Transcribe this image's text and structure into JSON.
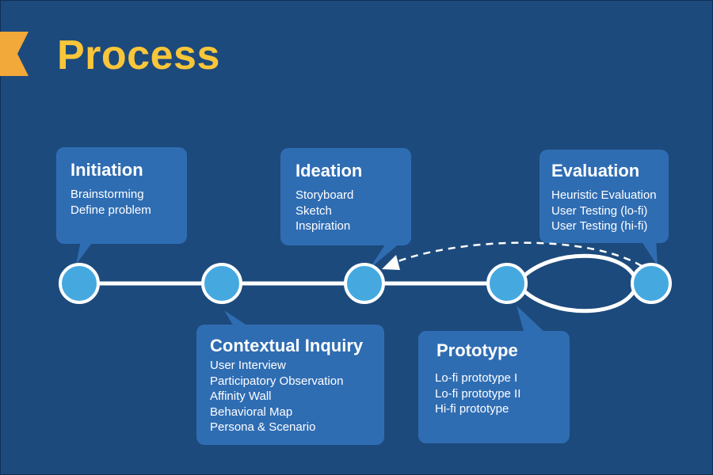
{
  "title": "Process",
  "colors": {
    "background": "#1d4a7c",
    "title": "#f9c63a",
    "flag": "#f2a93a",
    "bubble": "#2f6db3",
    "node_fill": "#45a9e0",
    "line": "#ffffff"
  },
  "stages": [
    {
      "key": "initiation",
      "heading": "Initiation",
      "items": [
        "Brainstorming",
        "Define problem"
      ]
    },
    {
      "key": "contextual-inquiry",
      "heading": "Contextual Inquiry",
      "items": [
        "User Interview",
        "Participatory Observation",
        "Affinity Wall",
        "Behavioral Map",
        "Persona & Scenario"
      ]
    },
    {
      "key": "ideation",
      "heading": "Ideation",
      "items": [
        "Storyboard",
        "Sketch",
        "Inspiration"
      ]
    },
    {
      "key": "prototype",
      "heading": "Prototype",
      "items": [
        "Lo-fi prototype I",
        "Lo-fi prototype II",
        "Hi-fi prototype"
      ]
    },
    {
      "key": "evaluation",
      "heading": "Evaluation",
      "items": [
        "Heuristic Evaluation",
        "User Testing (lo-fi)",
        "User Testing (hi-fi)"
      ]
    }
  ]
}
